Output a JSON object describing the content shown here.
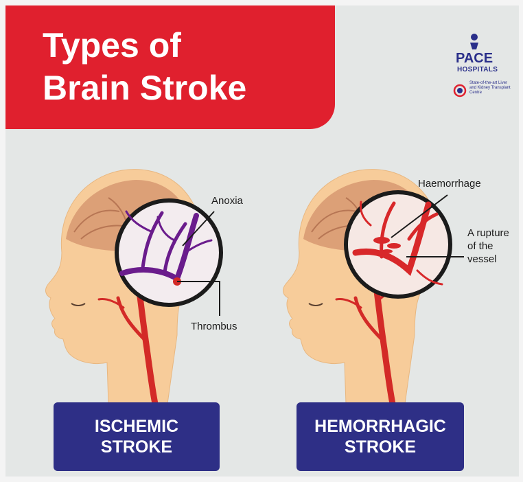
{
  "header": {
    "title_line_1": "Types of",
    "title_line_2": "Brain Stroke",
    "banner_color": "#e0202e"
  },
  "logo": {
    "name": "PACE",
    "sub": "HOSPITALS",
    "tagline": "State-of-the-art Liver and Kidney Transplant Centre",
    "color": "#2a2f8a"
  },
  "diagram": {
    "ischemic": {
      "labels": {
        "anoxia": "Anoxia",
        "thrombus": "Thrombus"
      },
      "vessel_color": "#6a1c8c"
    },
    "hemorrhagic": {
      "labels": {
        "haemorrhage": "Haemorrhage",
        "rupture": "A rupture of the vessel"
      },
      "vessel_color": "#d8282a"
    }
  },
  "cards": {
    "ischemic": {
      "line_1": "ISCHEMIC",
      "line_2": "STROKE"
    },
    "hemorrhagic": {
      "line_1": "HEMORRHAGIC",
      "line_2": "STROKE"
    },
    "color": "#2e2f86"
  }
}
